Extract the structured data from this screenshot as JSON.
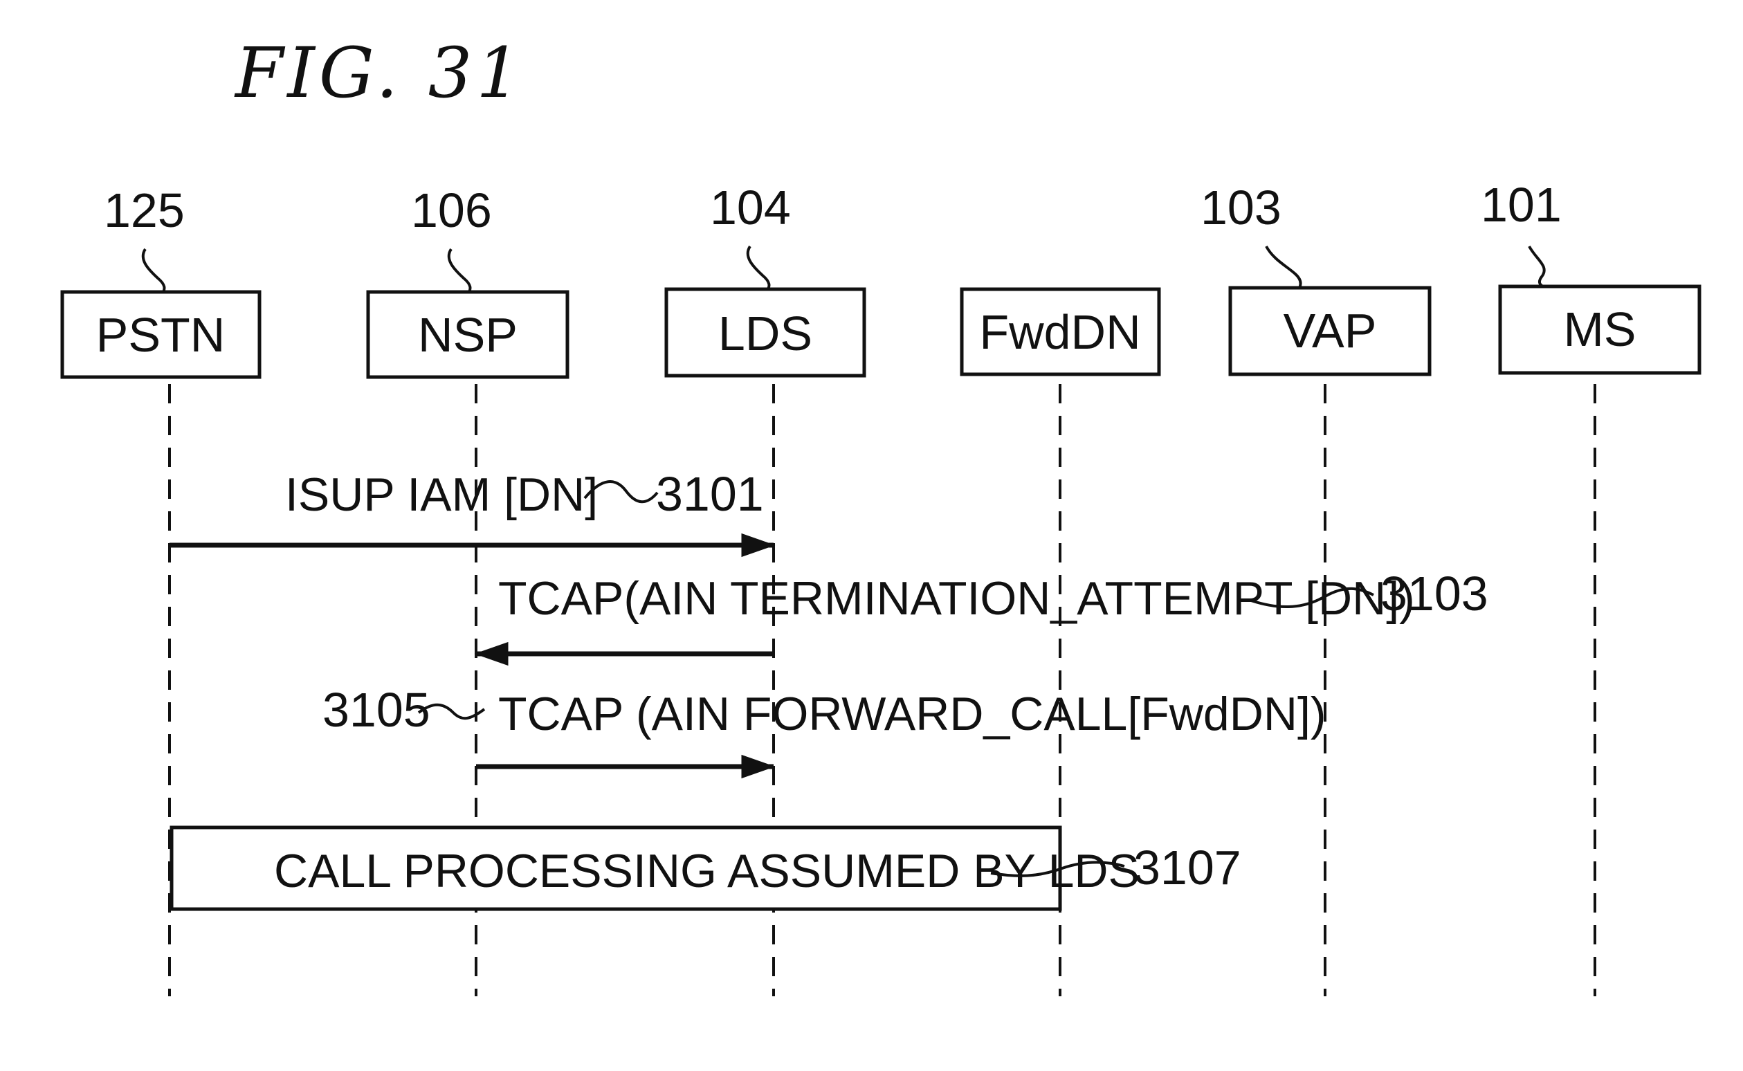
{
  "figure": {
    "title": "FIG. 31"
  },
  "entities": [
    {
      "ref": "125",
      "label": "PSTN"
    },
    {
      "ref": "106",
      "label": "NSP"
    },
    {
      "ref": "104",
      "label": "LDS"
    },
    {
      "ref": "",
      "label": "FwdDN"
    },
    {
      "ref": "103",
      "label": "VAP"
    },
    {
      "ref": "101",
      "label": "MS"
    }
  ],
  "messages": [
    {
      "ref": "3101",
      "text": "ISUP IAM [DN]",
      "from": "PSTN",
      "to": "LDS"
    },
    {
      "ref": "3103",
      "text": "TCAP(AIN TERMINATION_ATTEMPT [DN])",
      "from": "LDS",
      "to": "NSP"
    },
    {
      "ref": "3105",
      "text": "TCAP (AIN FORWARD_CALL[FwdDN])",
      "from": "NSP",
      "to": "LDS"
    }
  ],
  "process_box": {
    "ref": "3107",
    "text": "CALL PROCESSING ASSUMED BY LDS"
  }
}
